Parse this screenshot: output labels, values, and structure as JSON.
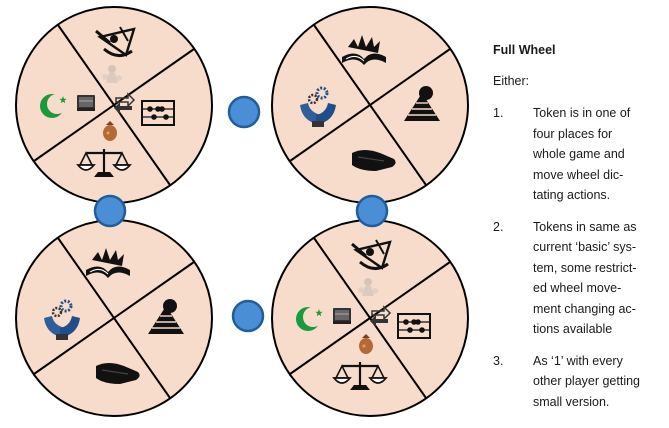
{
  "title": "Full Wheel",
  "intro": "Either:",
  "options": [
    {
      "number": "1.",
      "lines": [
        "Token is in one of",
        "four places for",
        "whole game and",
        "move wheel dic-",
        "tating actions."
      ]
    },
    {
      "number": "2.",
      "lines": [
        "Tokens in same as",
        "current ‘basic’ sys-",
        "tem, some restrict-",
        "ed wheel move-",
        "ment changing ac-",
        "tions available"
      ]
    },
    {
      "number": "3.",
      "lines": [
        "As ‘1’ with every",
        "other player getting",
        "small version."
      ]
    }
  ],
  "colors": {
    "wheel_fill": "#f8dccb",
    "wheel_stroke": "#000000",
    "token_fill": "#4a8fd6",
    "token_stroke": "#1f5d9c",
    "crescent": "#1b9a3a",
    "pouch": "#b56a36"
  },
  "wheels": [
    {
      "name": "wheel-top-left",
      "type": "full",
      "icons": [
        "sextant-icon",
        "pawn-ghost-icon",
        "crescent-star-icon",
        "book-icon",
        "exchange-arrows-icon",
        "abacus-icon",
        "money-pouch-icon",
        "scales-icon"
      ]
    },
    {
      "name": "wheel-top-right",
      "type": "basic",
      "icons": [
        "open-book-icon",
        "pyramid-icon",
        "hand-icon",
        "hand-gears-icon"
      ]
    },
    {
      "name": "wheel-bottom-left",
      "type": "basic",
      "icons": [
        "open-book-icon",
        "pyramid-icon",
        "hand-icon",
        "hand-gears-icon"
      ]
    },
    {
      "name": "wheel-bottom-right",
      "type": "full",
      "icons": [
        "sextant-icon",
        "pawn-ghost-icon",
        "crescent-star-icon",
        "book-icon",
        "exchange-arrows-icon",
        "abacus-icon",
        "money-pouch-icon",
        "scales-icon"
      ]
    }
  ],
  "tokens": [
    "token-center",
    "token-left",
    "token-right",
    "token-bottom"
  ]
}
